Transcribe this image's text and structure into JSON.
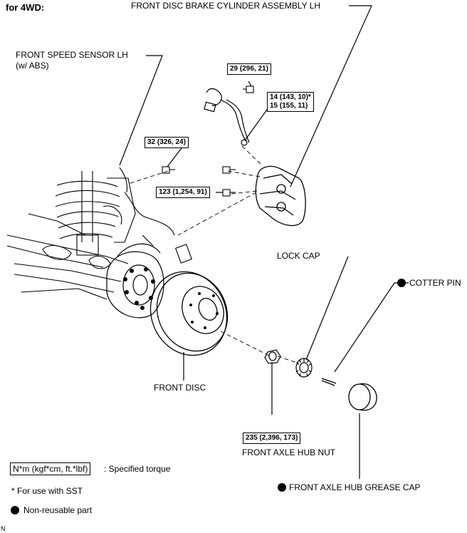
{
  "header": {
    "title": "for 4WD:"
  },
  "labels": {
    "brake_cylinder": "FRONT DISC BRAKE CYLINDER ASSEMBLY LH",
    "speed_sensor_line1": "FRONT SPEED SENSOR LH",
    "speed_sensor_line2": "(w/ ABS)",
    "lock_cap": "LOCK CAP",
    "cotter_pin": "COTTER PIN",
    "front_disc": "FRONT DISC",
    "hub_nut": "FRONT AXLE HUB NUT",
    "grease_cap": "FRONT AXLE HUB GREASE CAP"
  },
  "torques": {
    "t29": "29 (296, 21)",
    "t14": "14 (143, 10)*",
    "t15": "15 (155, 11)",
    "t32": "32 (326, 24)",
    "t123": "123 (1,254, 91)",
    "t235": "235 (2,396, 173)"
  },
  "legend": {
    "unit_box": "N*m (kgf*cm, ft.*lbf)",
    "unit_desc": ": Specified torque",
    "sst_note": "* For use with SST",
    "nonreusable": "Non-reusable part"
  },
  "footer": {
    "code": "N"
  },
  "colors": {
    "ink": "#000000",
    "paper": "#ffffff"
  }
}
